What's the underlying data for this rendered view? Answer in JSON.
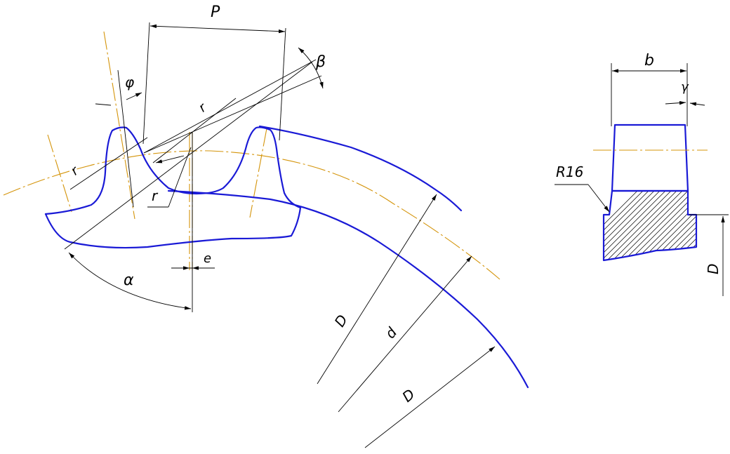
{
  "labels": {
    "pitch": "P",
    "angle_beta": "β",
    "angle_phi": "φ",
    "radius_r1_top": "r",
    "radius_r1_left": "r",
    "radius_r": "r",
    "offset_e": "e",
    "angle_alpha": "α",
    "diameter_outer": "D",
    "diameter_pitch": "d",
    "diameter_root": "D",
    "width_b": "b",
    "angle_gamma": "γ",
    "fillet_radius": "R16",
    "hub_dim": "D"
  },
  "colors": {
    "profile": "#1a1ad6",
    "centerline": "#d4940a",
    "dimension": "#000000"
  }
}
